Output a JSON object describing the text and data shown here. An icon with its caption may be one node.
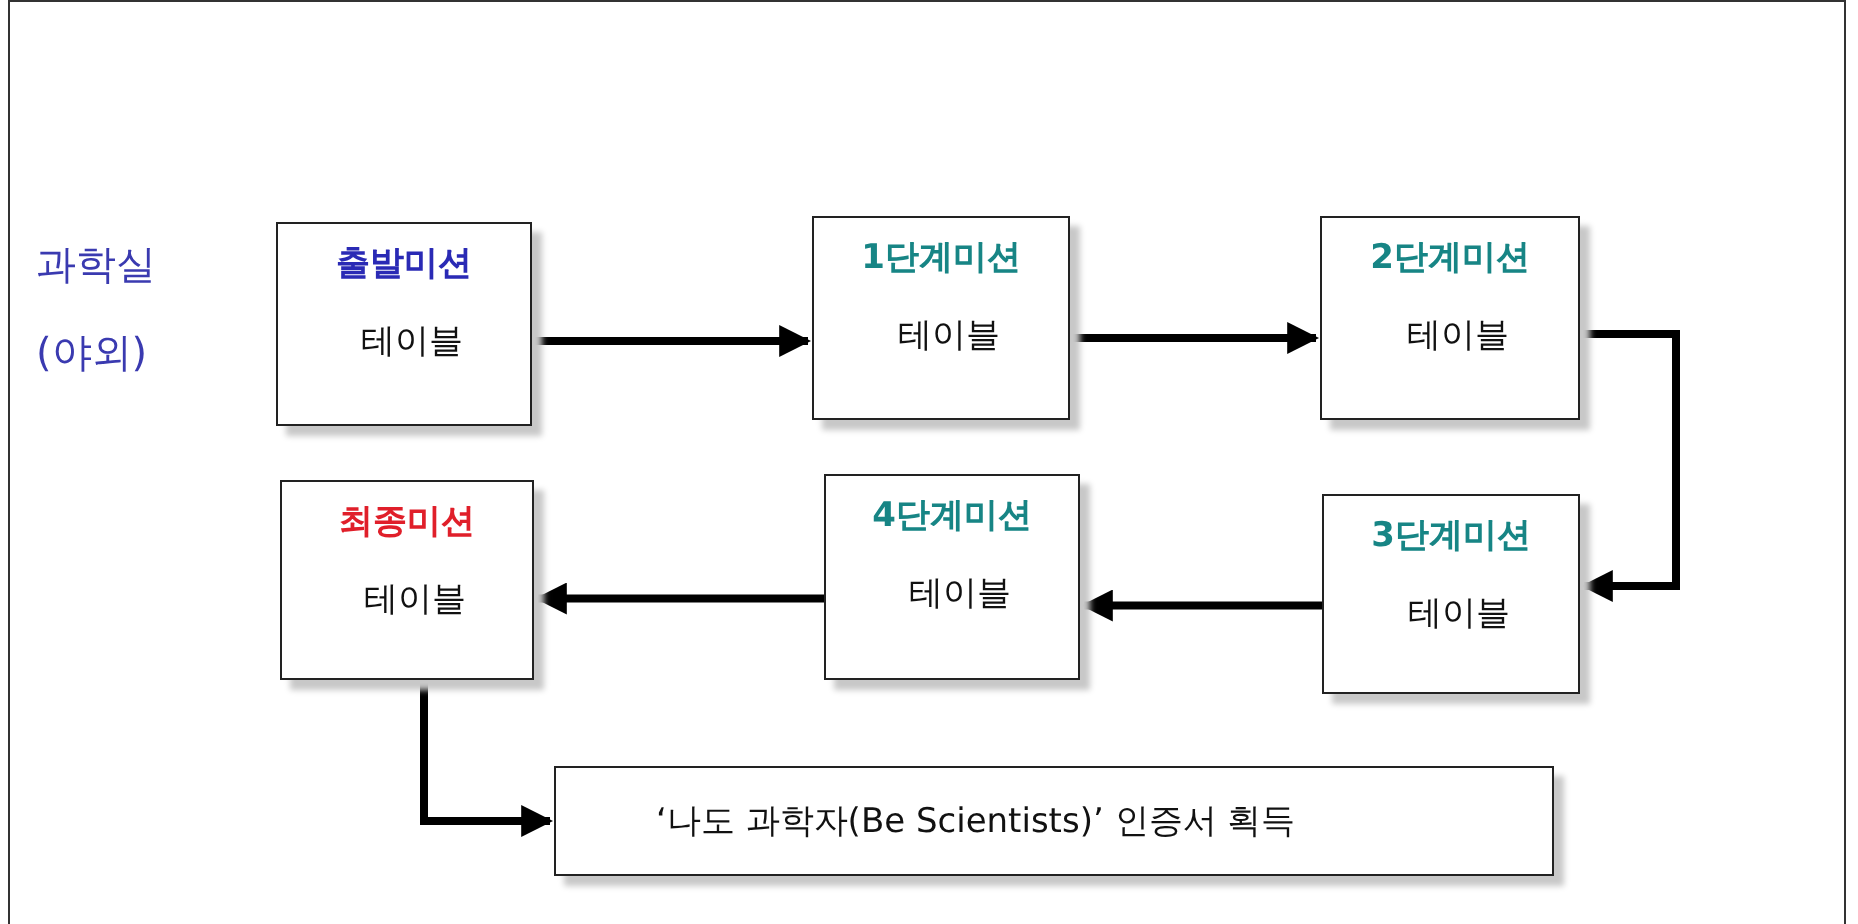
{
  "diagram": {
    "nodes": [
      {
        "text": [
          "출발미션",
          "테이블"
        ]
      },
      {
        "text": [
          "1단계미션",
          "테이블"
        ]
      },
      {
        "text": [
          "2단계미션",
          "테이블"
        ]
      },
      {
        "text": [
          "3단계미션",
          "테이블"
        ]
      },
      {
        "text": [
          "4단계미션",
          "테이블"
        ]
      },
      {
        "text": [
          "최종미션",
          "테이블"
        ]
      },
      {
        "text": [
          "‘나도 과학자(Be Scientists)’ 인증서 획득"
        ]
      }
    ],
    "edges": [
      {
        "from": 0,
        "to": 1,
        "arrow": "to"
      },
      {
        "from": 1,
        "to": 2,
        "arrow": "to"
      },
      {
        "from": 2,
        "to": 3,
        "arrow": "to"
      },
      {
        "from": 3,
        "to": 4,
        "arrow": "to"
      },
      {
        "from": 4,
        "to": 5,
        "arrow": "to"
      },
      {
        "from": 5,
        "to": 6,
        "arrow": "to"
      }
    ],
    "labels": [
      "과학실 (야외)"
    ]
  }
}
